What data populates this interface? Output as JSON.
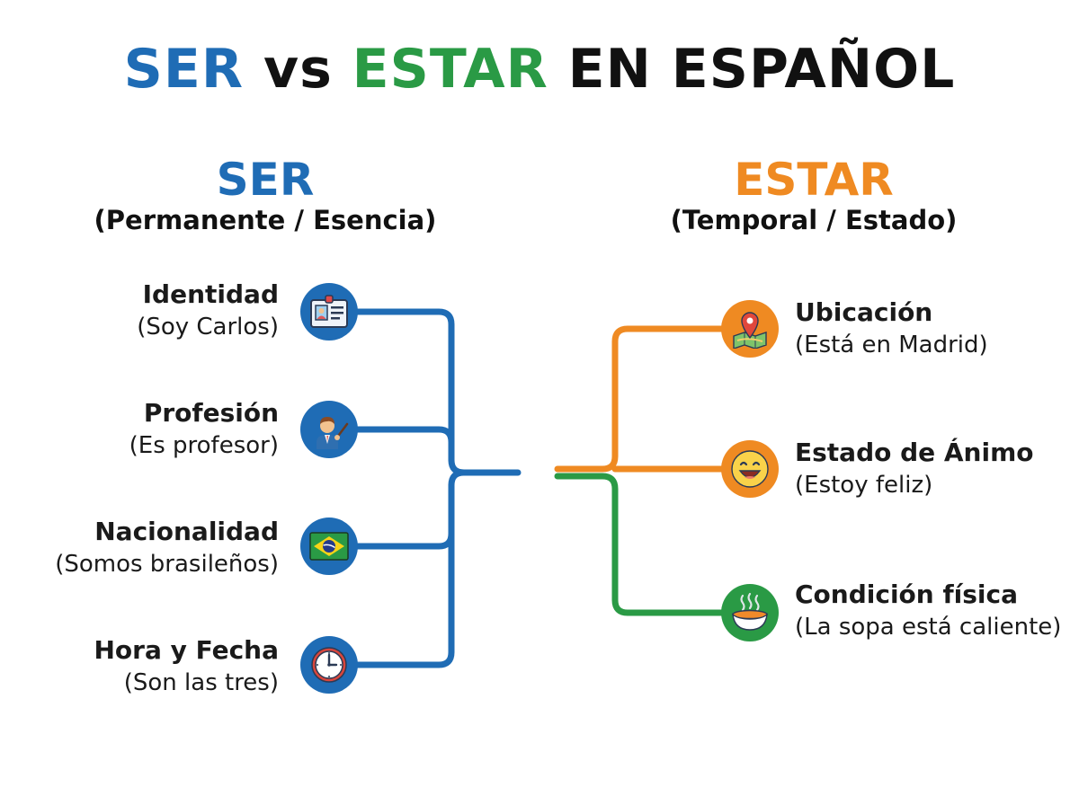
{
  "title": {
    "part1": "SER",
    "part2": " vs ",
    "part3": "ESTAR",
    "part4": " EN ESPAÑOL"
  },
  "colors": {
    "ser": "#1f6cb5",
    "estar": "#ef8a22",
    "estar_alt": "#2a9a45",
    "text": "#111111"
  },
  "ser": {
    "heading": "SER",
    "subtitle": "(Permanente / Esencia)",
    "items": [
      {
        "label": "Identidad",
        "example": "(Soy Carlos)",
        "icon": "id-card-icon"
      },
      {
        "label": "Profesión",
        "example": "(Es profesor)",
        "icon": "teacher-icon"
      },
      {
        "label": "Nacionalidad",
        "example": "(Somos brasileños)",
        "icon": "brazil-flag-icon"
      },
      {
        "label": "Hora y Fecha",
        "example": "(Son las tres)",
        "icon": "clock-icon"
      }
    ]
  },
  "estar": {
    "heading": "ESTAR",
    "subtitle": "(Temporal / Estado)",
    "items": [
      {
        "label": "Ubicación",
        "example": "(Está en Madrid)",
        "icon": "map-pin-icon"
      },
      {
        "label": "Estado de Ánimo",
        "example": "(Estoy feliz)",
        "icon": "smiley-icon"
      },
      {
        "label": "Condición física",
        "example": "(La sopa está caliente)",
        "icon": "hot-soup-icon"
      }
    ]
  }
}
